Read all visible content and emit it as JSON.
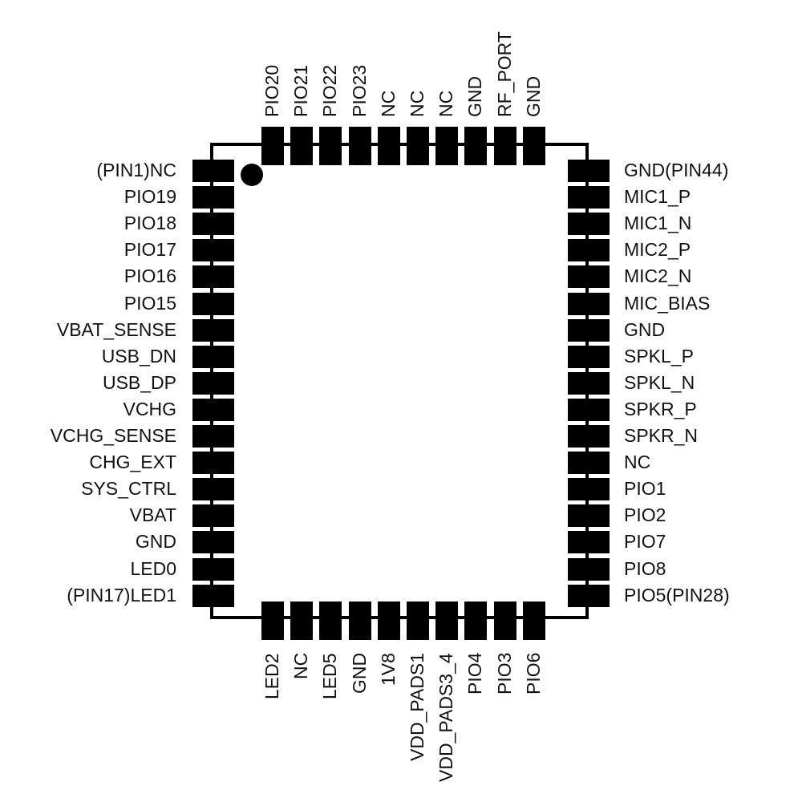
{
  "pins": {
    "left": [
      "(PIN1)NC",
      "PIO19",
      "PIO18",
      "PIO17",
      "PIO16",
      "PIO15",
      "VBAT_SENSE",
      "USB_DN",
      "USB_DP",
      "VCHG",
      "VCHG_SENSE",
      "CHG_EXT",
      "SYS_CTRL",
      "VBAT",
      "GND",
      "LED0",
      "(PIN17)LED1"
    ],
    "right": [
      "GND(PIN44)",
      "MIC1_P",
      "MIC1_N",
      "MIC2_P",
      "MIC2_N",
      "MIC_BIAS",
      "GND",
      "SPKL_P",
      "SPKL_N",
      "SPKR_P",
      "SPKR_N",
      "NC",
      "PIO1",
      "PIO2",
      "PIO7",
      "PIO8",
      "PIO5(PIN28)"
    ],
    "top": [
      "PIO20",
      "PIO21",
      "PIO22",
      "PIO23",
      "NC",
      "NC",
      "NC",
      "GND",
      "RF_PORT",
      "GND"
    ],
    "bottom": [
      "LED2",
      "NC",
      "LED5",
      "GND",
      "1V8",
      "VDD_PADS1",
      "VDD_PADS3_4",
      "PIO4",
      "PIO3",
      "PIO6"
    ]
  }
}
